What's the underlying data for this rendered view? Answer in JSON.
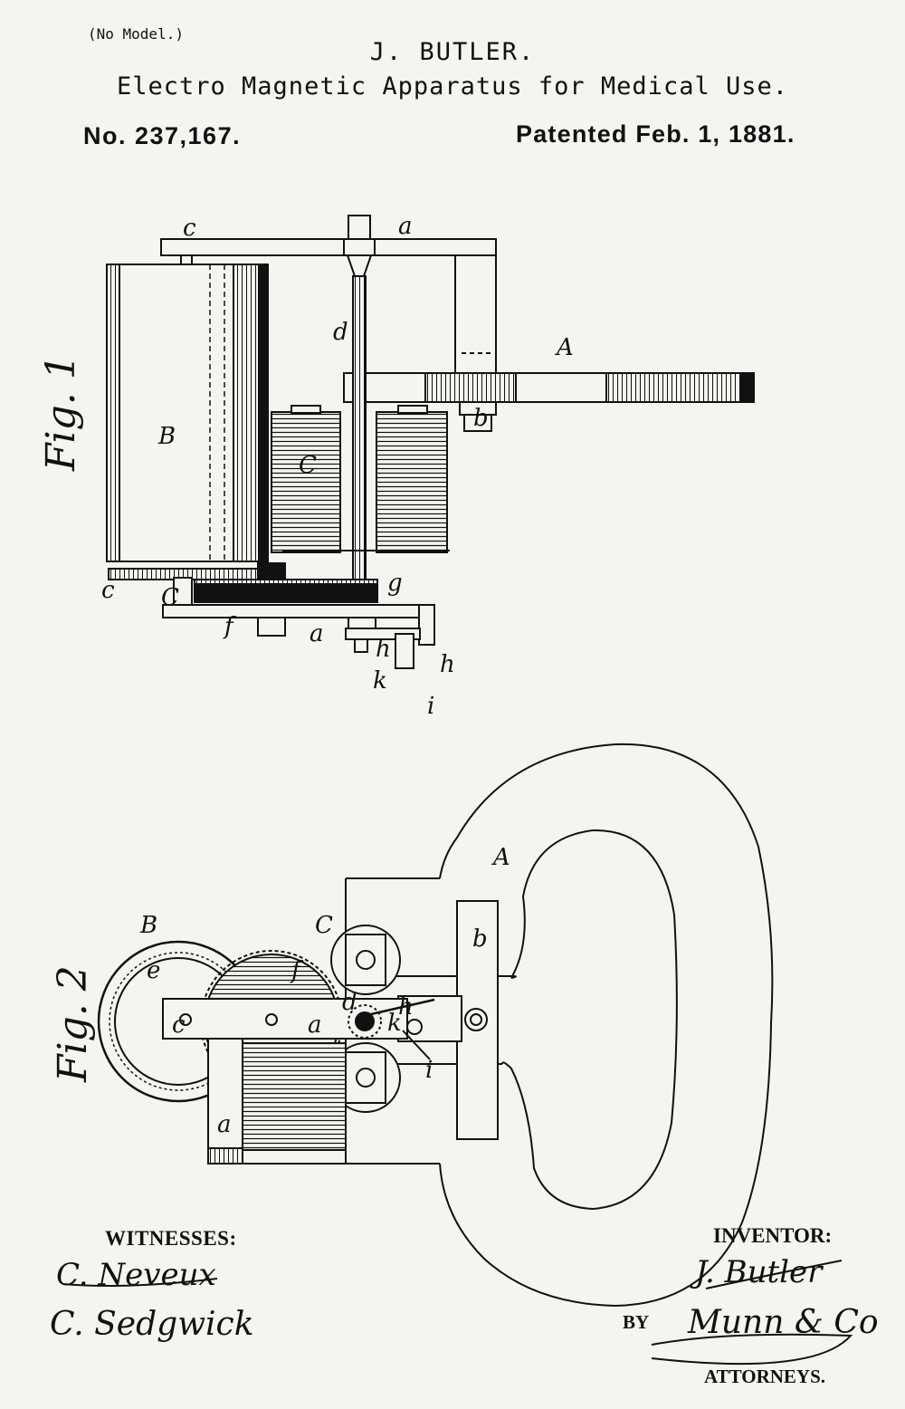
{
  "header": {
    "model_note": "(No Model.)",
    "inventor": "J. BUTLER.",
    "title": "Electro Magnetic Apparatus for Medical Use.",
    "patent_number": "No. 237,167.",
    "patent_date": "Patented Feb. 1, 1881."
  },
  "figures": {
    "fig1": {
      "caption": "Fig. 1",
      "labels": {
        "A": "A",
        "B": "B",
        "C_coil": "C",
        "C_frame": "C",
        "a": "a",
        "c_top": "c",
        "c_bottom": "c",
        "d": "d",
        "b": "b",
        "f": "f",
        "g": "g",
        "a_bottom": "a",
        "k": "k",
        "h": "h",
        "i": "i",
        "h2": "h"
      }
    },
    "fig2": {
      "caption": "Fig. 2",
      "labels": {
        "A": "A",
        "B": "B",
        "C": "C",
        "b": "b",
        "c": "c",
        "f": "f",
        "d": "d",
        "a": "a",
        "a2": "a",
        "e": "e",
        "k": "k",
        "h": "h",
        "i": "i"
      }
    }
  },
  "footer": {
    "witnesses_label": "WITNESSES:",
    "witness_1": "C. Neveux",
    "witness_2": "C. Sedgwick",
    "inventor_label": "INVENTOR:",
    "inventor_signature": "J. Butler",
    "by_label": "BY",
    "attorney_signature": "Munn & Co",
    "attorneys_label": "ATTORNEYS."
  }
}
